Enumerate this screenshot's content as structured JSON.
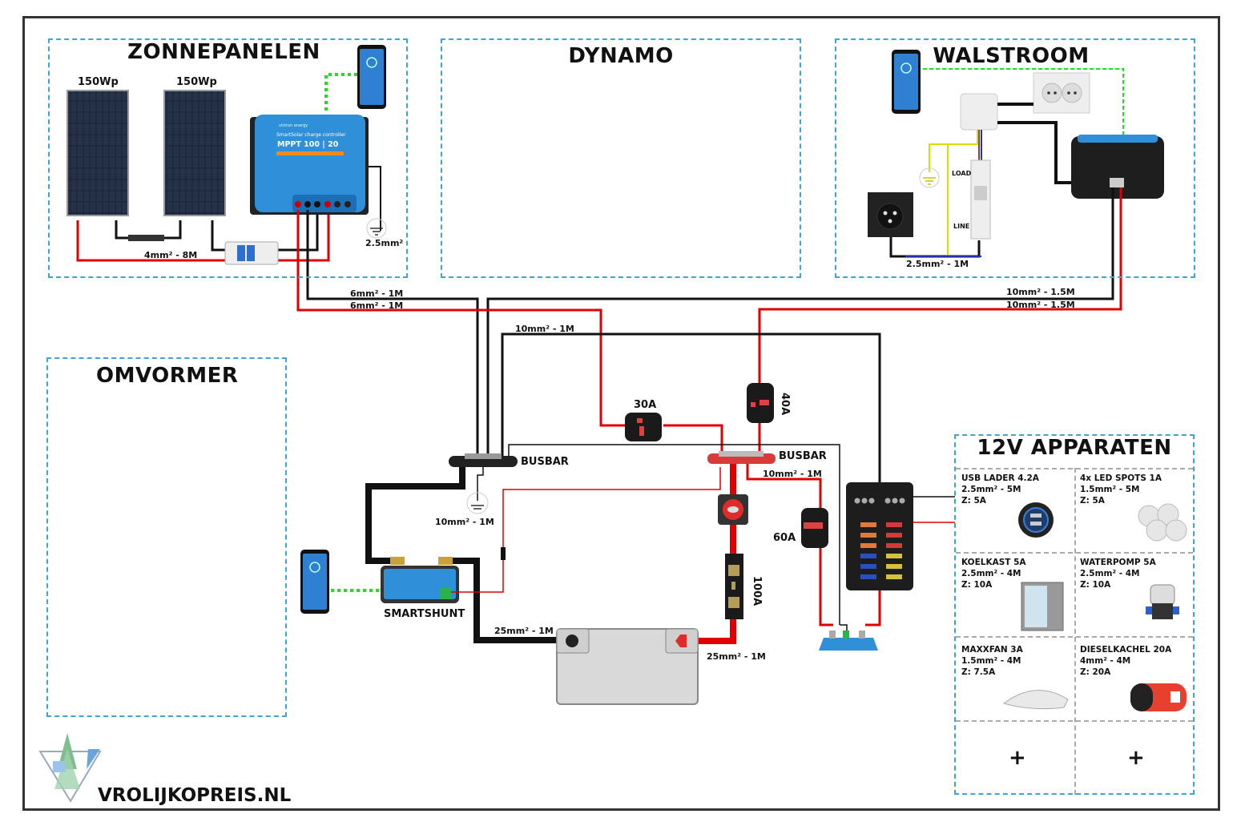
{
  "zones": {
    "zonnepanelen": {
      "title": "ZONNEPANELEN"
    },
    "dynamo": {
      "title": "DYNAMO"
    },
    "walstroom": {
      "title": "WALSTROOM"
    },
    "omvormer": {
      "title": "OMVORMER"
    },
    "apparaten": {
      "title": "12V APPARATEN"
    }
  },
  "solar": {
    "panel1_label": "150Wp",
    "panel2_label": "150Wp",
    "mppt_brand": "victron energy",
    "mppt_subtitle": "SmartSolar charge controller",
    "mppt_model": "MPPT 100 | 20",
    "panel_cable": "4mm² - 8M",
    "ground_cable": "2.5mm²"
  },
  "shore": {
    "load_label": "LOAD",
    "line_label": "LINE",
    "inlet_cable": "2.5mm² - 1M",
    "charger_cable_1": "10mm² - 1.5M",
    "charger_cable_2": "10mm² - 1.5M"
  },
  "wiring": {
    "mppt_neg_cable": "6mm² - 1M",
    "mppt_pos_cable": "6mm² - 1M",
    "fusebox_neg_cable": "10mm² - 1M",
    "ground_cable": "10mm² - 1M",
    "busbar_pos_cable": "10mm² - 1M",
    "battery_neg_cable": "25mm² - 1M",
    "battery_pos_cable": "25mm² - 1M"
  },
  "components": {
    "busbar_neg": "BUSBAR",
    "busbar_pos": "BUSBAR",
    "breaker_30": "30A",
    "breaker_40": "40A",
    "breaker_60": "60A",
    "fuse_100": "100A",
    "shunt": "SMARTSHUNT"
  },
  "apparaten": [
    {
      "name": "USB LADER 4.2A",
      "cable": "2.5mm² - 5M",
      "fuse": "Z: 5A",
      "icon": "usb-socket-icon"
    },
    {
      "name": "4x LED SPOTS 1A",
      "cable": "1.5mm² - 5M",
      "fuse": "Z: 5A",
      "icon": "led-spots-icon"
    },
    {
      "name": "KOELKAST 5A",
      "cable": "2.5mm² - 4M",
      "fuse": "Z: 10A",
      "icon": "fridge-icon"
    },
    {
      "name": "WATERPOMP 5A",
      "cable": "2.5mm² - 4M",
      "fuse": "Z: 10A",
      "icon": "water-pump-icon"
    },
    {
      "name": "MAXXFAN 3A",
      "cable": "1.5mm² - 4M",
      "fuse": "Z: 7.5A",
      "icon": "roof-fan-icon"
    },
    {
      "name": "DIESELKACHEL 20A",
      "cable": "4mm² - 4M",
      "fuse": "Z: 20A",
      "icon": "diesel-heater-icon"
    }
  ],
  "add_slots": [
    "+",
    "+"
  ],
  "footer": {
    "brand": "VROLIJKOPREIS.NL"
  },
  "colors": {
    "zone_border": "#3fa3d6",
    "positive": "#e00000",
    "negative": "#000000",
    "bluetooth": "#22dd22",
    "victron_blue": "#2f8fd8"
  }
}
